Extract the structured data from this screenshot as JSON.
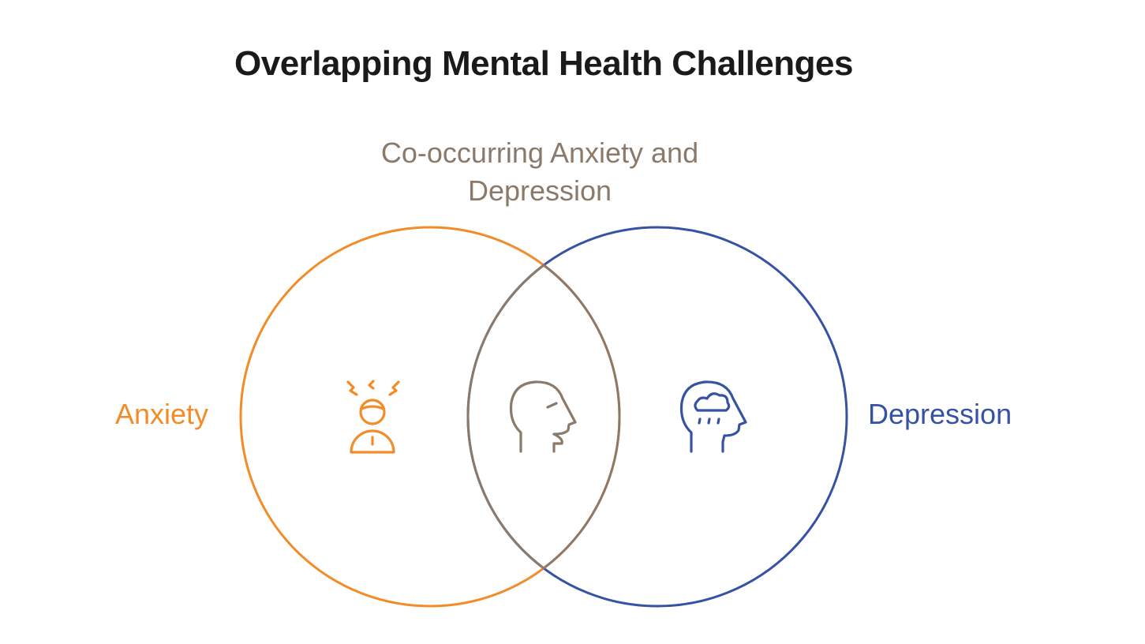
{
  "title": "Overlapping Mental Health Challenges",
  "sets": [
    {
      "id": "anxiety",
      "label": "Anxiety",
      "color": "#f28c28",
      "icon": "stressed-person-icon"
    },
    {
      "id": "depression",
      "label": "Depression",
      "color": "#3652a3",
      "icon": "head-rain-cloud-icon"
    }
  ],
  "intersection": {
    "label": "Co-occurring Anxiety and Depression",
    "label_line1": "Co-occurring Anxiety and",
    "label_line2": "Depression",
    "color": "#8b7a6a",
    "icon": "head-profile-icon"
  }
}
